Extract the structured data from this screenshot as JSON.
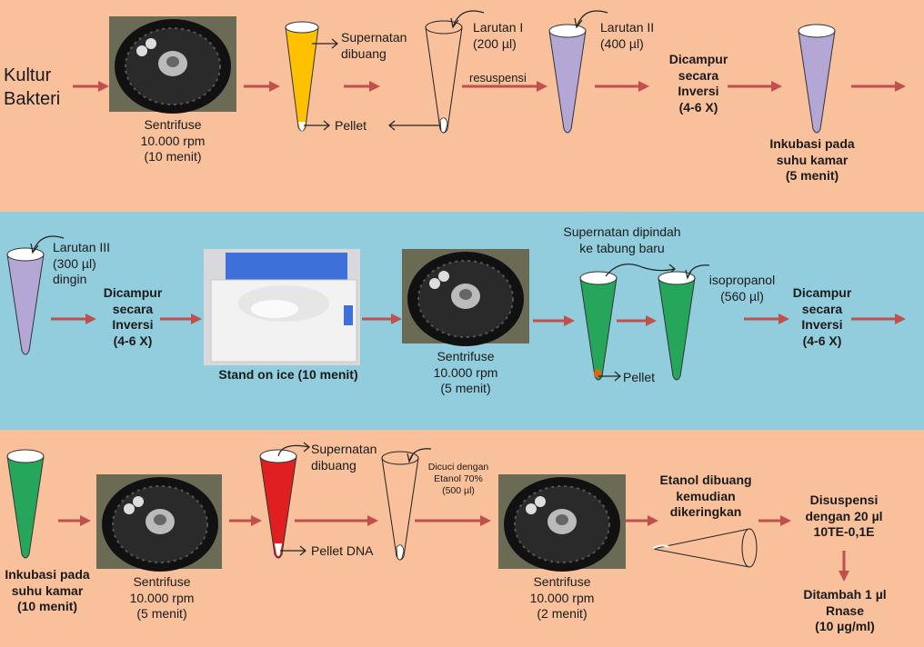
{
  "colors": {
    "peach": "#f9c09c",
    "blue": "#92cddd",
    "arrow": "#c0504d",
    "yellow": "#ffc000",
    "purple": "#b4a7d6",
    "green": "#26a65b",
    "red": "#e02020"
  },
  "row1": {
    "start": "Kultur Bakteri",
    "centrifuge": [
      "Sentrifuse",
      "10.000 rpm",
      "(10 menit)"
    ],
    "supernatant": [
      "Supernatan",
      "dibuang"
    ],
    "pellet": "Pellet",
    "larutan1": [
      "Larutan I",
      "(200 µl)"
    ],
    "resuspensi": "resuspensi",
    "larutan2": [
      "Larutan II",
      "(400 µl)"
    ],
    "mix": [
      "Dicampur",
      "secara",
      "Inversi",
      "(4-6 X)"
    ],
    "incubate": [
      "Inkubasi pada",
      "suhu kamar",
      "(5 menit)"
    ]
  },
  "row2": {
    "larutan3": [
      "Larutan III",
      "(300 µl)",
      "dingin"
    ],
    "mix1": [
      "Dicampur",
      "secara",
      "Inversi",
      "(4-6 X)"
    ],
    "ice": "Stand on ice (10 menit)",
    "centrifuge": [
      "Sentrifuse",
      "10.000 rpm",
      "(5 menit)"
    ],
    "transfer": [
      "Supernatan dipindah",
      "ke tabung baru"
    ],
    "isopropanol": [
      "isopropanol",
      "(560 µl)"
    ],
    "pellet": "Pellet",
    "mix2": [
      "Dicampur",
      "secara",
      "Inversi",
      "(4-6 X)"
    ]
  },
  "row3": {
    "incubate": [
      "Inkubasi pada",
      "suhu kamar",
      "(10 menit)"
    ],
    "centrifuge1": [
      "Sentrifuse",
      "10.000 rpm",
      "(5 menit)"
    ],
    "supernatant": [
      "Supernatan",
      "dibuang"
    ],
    "pelletdna": "Pellet DNA",
    "wash": [
      "Dicuci dengan",
      "Etanol 70%",
      "(500 µl)"
    ],
    "centrifuge2": [
      "Sentrifuse",
      "10.000 rpm",
      "(2 menit)"
    ],
    "ethanol": [
      "Etanol dibuang",
      "kemudian",
      "dikeringkan"
    ],
    "suspend": [
      "Disuspensi",
      "dengan 20 µl",
      "10TE-0,1E"
    ],
    "rnase": [
      "Ditambah 1 µl",
      "Rnase",
      "(10 µg/ml)"
    ]
  }
}
